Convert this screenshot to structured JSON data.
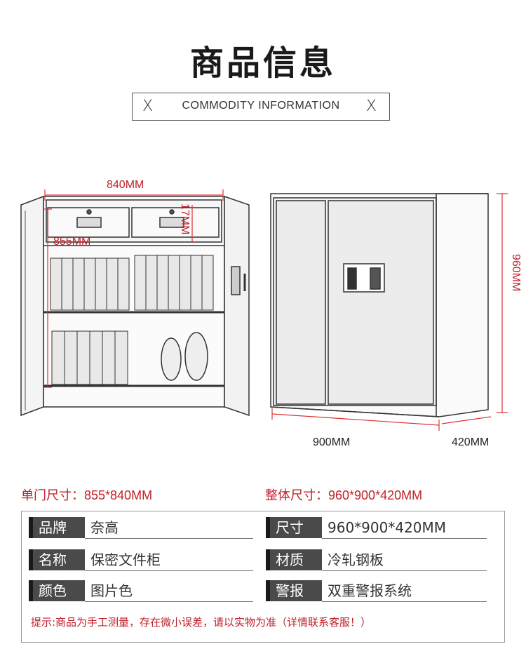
{
  "header": {
    "title": "商品信息",
    "subtitle": "COMMODITY INFORMATION",
    "left_mark": "X",
    "right_mark": "X"
  },
  "diagram": {
    "inner_width": "840MM",
    "drawer_height": "17MM",
    "inner_height": "855MM",
    "total_height": "960MM",
    "total_width": "900MM",
    "total_depth": "420MM"
  },
  "dims_summary": {
    "single_door_label": "单门尺寸：",
    "single_door_value": "855*840MM",
    "overall_label": "整体尺寸：",
    "overall_value": "960*900*420MM"
  },
  "specs": [
    {
      "label": "品牌",
      "value": "奈高"
    },
    {
      "label": "尺寸",
      "value": "960*900*420MM"
    },
    {
      "label": "名称",
      "value": "保密文件柜"
    },
    {
      "label": "材质",
      "value": "冷轧钢板"
    },
    {
      "label": "颜色",
      "value": "图片色"
    },
    {
      "label": "警报",
      "value": "双重警报系统"
    }
  ],
  "note": "提示:商品为手工测量，存在微小误差，请以实物为准（详情联系客服！）",
  "colors": {
    "accent": "#c0202a",
    "label_bg": "#4a4a4a"
  }
}
